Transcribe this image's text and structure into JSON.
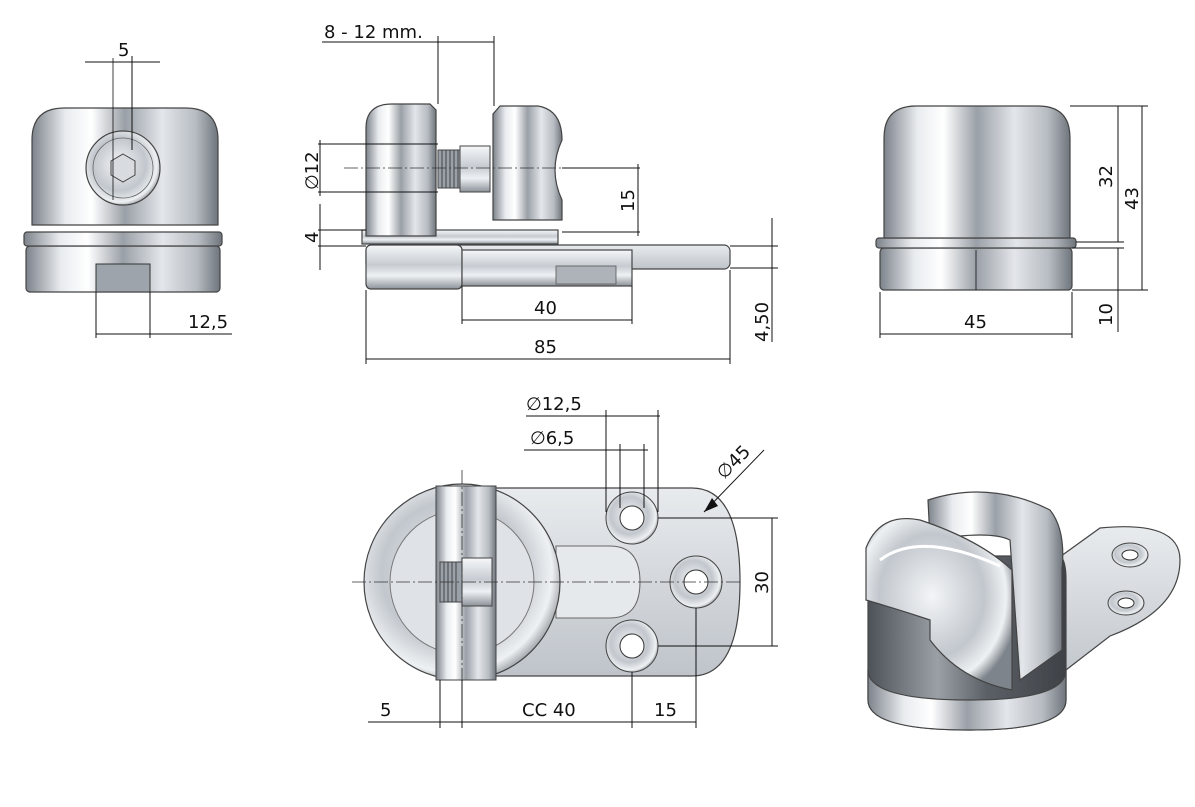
{
  "dimensions": {
    "front_hex_width": "5",
    "front_slot": "12,5",
    "gap_range": "8 - 12 mm.",
    "thread_dia": "12",
    "plate_thickness": "4",
    "thread_height": "15",
    "slot_length": "40",
    "total_length": "85",
    "base_height": "4,50",
    "cap_height": "32",
    "total_height": "43",
    "width": "45",
    "base_thickness": "10",
    "hole_outer_dia": "12,5",
    "hole_inner_dia": "6,5",
    "body_dia": "45",
    "hole_spacing": "30",
    "offset_left": "5",
    "cc": "CC 40",
    "offset_right": "15",
    "dia_symbol": "∅"
  },
  "colors": {
    "steel_dark": "#8a8f96",
    "steel_light": "#f4f6f8",
    "steel_mid": "#c4c9cf",
    "line": "#111111"
  }
}
